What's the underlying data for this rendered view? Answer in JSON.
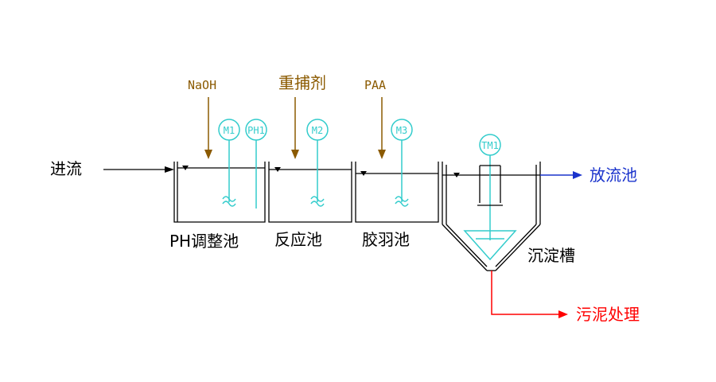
{
  "flow": {
    "inlet": "进流",
    "outlet": "放流池",
    "sludge": "污泥处理"
  },
  "chemicals": {
    "naoh": "NaOH",
    "precipitant": "重捕剂",
    "paa": "PAA"
  },
  "tanks": {
    "ph_adjust": "PH调整池",
    "reaction": "反应池",
    "flocculation": "胶羽池",
    "settling": "沉淀槽"
  },
  "instruments": {
    "m1": "M1",
    "ph1": "PH1",
    "m2": "M2",
    "m3": "M3",
    "tm1": "TM1"
  },
  "colors": {
    "process_line": "#000000",
    "chemical_feed": "#8b5a00",
    "instrument": "#33cccc",
    "outlet": "#1a33cc",
    "sludge": "#ff0000"
  }
}
